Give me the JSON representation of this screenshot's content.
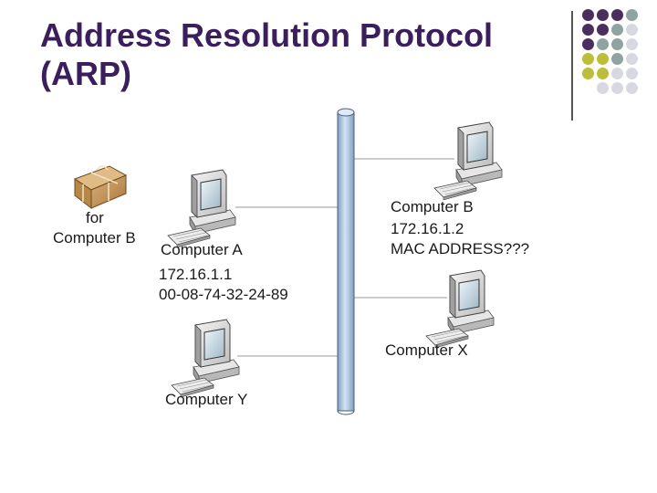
{
  "slide": {
    "title_line1": "Address Resolution Protocol",
    "title_line2": "(ARP)"
  },
  "colors": {
    "title": "#3b1f5c",
    "dot_purple": "#4a2e5e",
    "dot_teal": "#8fa3a0",
    "dot_olive": "#bcbd3a",
    "dot_silver": "#d8d8e0",
    "bus_fill": "#a9c4e0",
    "package": "#c79a5b"
  },
  "icons": [
    "package-icon",
    "computer-icon"
  ],
  "package": {
    "label_line1": "for",
    "label_line2": "Computer B"
  },
  "computer_a": {
    "name": "Computer A",
    "ip": "172.16.1.1",
    "mac": "00-08-74-32-24-89"
  },
  "computer_b": {
    "name": "Computer B",
    "ip": "172.16.1.2",
    "mac": "MAC ADDRESS???"
  },
  "computer_x": {
    "name": "Computer X"
  },
  "computer_y": {
    "name": "Computer Y"
  }
}
